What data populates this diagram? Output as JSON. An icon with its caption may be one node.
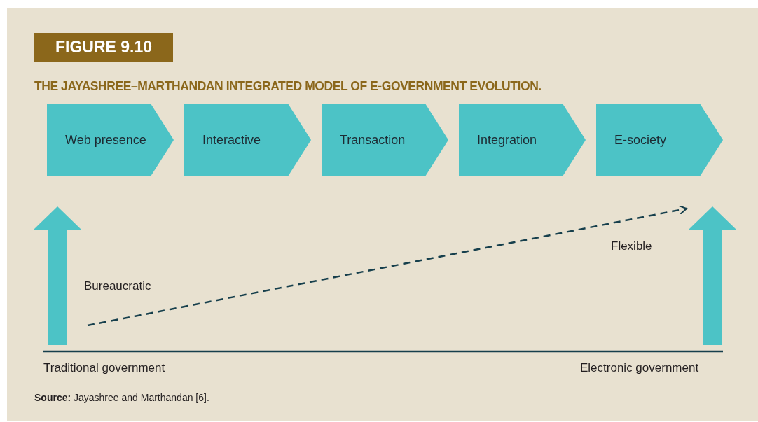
{
  "diagram": {
    "title": "THE JAYASHREE–MARTHANDAN INTEGRATED MODEL OF E-GOVERNMENT EVOLUTION.",
    "caption": "**Source:** Jayashree and Marthandan [6].",
    "nodes": [
      {
        "text": [
          "Web presence"
        ]
      },
      {
        "text": [
          "Interactive"
        ]
      },
      {
        "text": [
          "Transaction"
        ]
      },
      {
        "text": [
          "Integration"
        ]
      },
      {
        "text": [
          "E-society"
        ]
      }
    ],
    "labels": [
      "FIGURE 9.10",
      "Bureaucratic",
      "Flexible",
      "Traditional government",
      "Electronic government"
    ]
  }
}
